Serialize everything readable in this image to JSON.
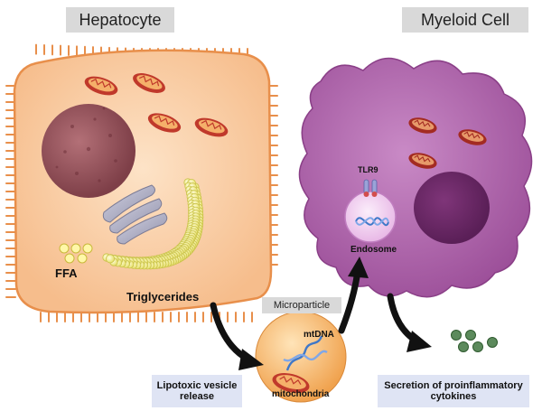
{
  "titles": {
    "hepatocyte": "Hepatocyte",
    "myeloid": "Myeloid Cell"
  },
  "labels": {
    "ffa": "FFA",
    "triglycerides": "Triglycerides",
    "microparticle": "Microparticle",
    "mtdna": "mtDNA",
    "mitochondria": "mitochondria",
    "tlr9": "TLR9",
    "endosome": "Endosome"
  },
  "boxes": {
    "lipotoxic_line1": "Lipotoxic vesicle",
    "lipotoxic_line2": "release",
    "secretion_line1": "Secretion of proinflammatory",
    "secretion_line2": "cytokines"
  },
  "colors": {
    "hepatocyte_fill": "#f7c9a0",
    "hepatocyte_edge": "#e88f4b",
    "nucleus": "#9c5a62",
    "myeloid_fill": "#b468b0",
    "myeloid_nucleus": "#6e2a6a",
    "mitochondria": "#c0392b",
    "lipid": "#f2f08a",
    "dna": "#5b8dd9",
    "cytokine": "#5c8a5c",
    "label_box": "#d9d9d9",
    "info_box": "#dfe4f4"
  }
}
